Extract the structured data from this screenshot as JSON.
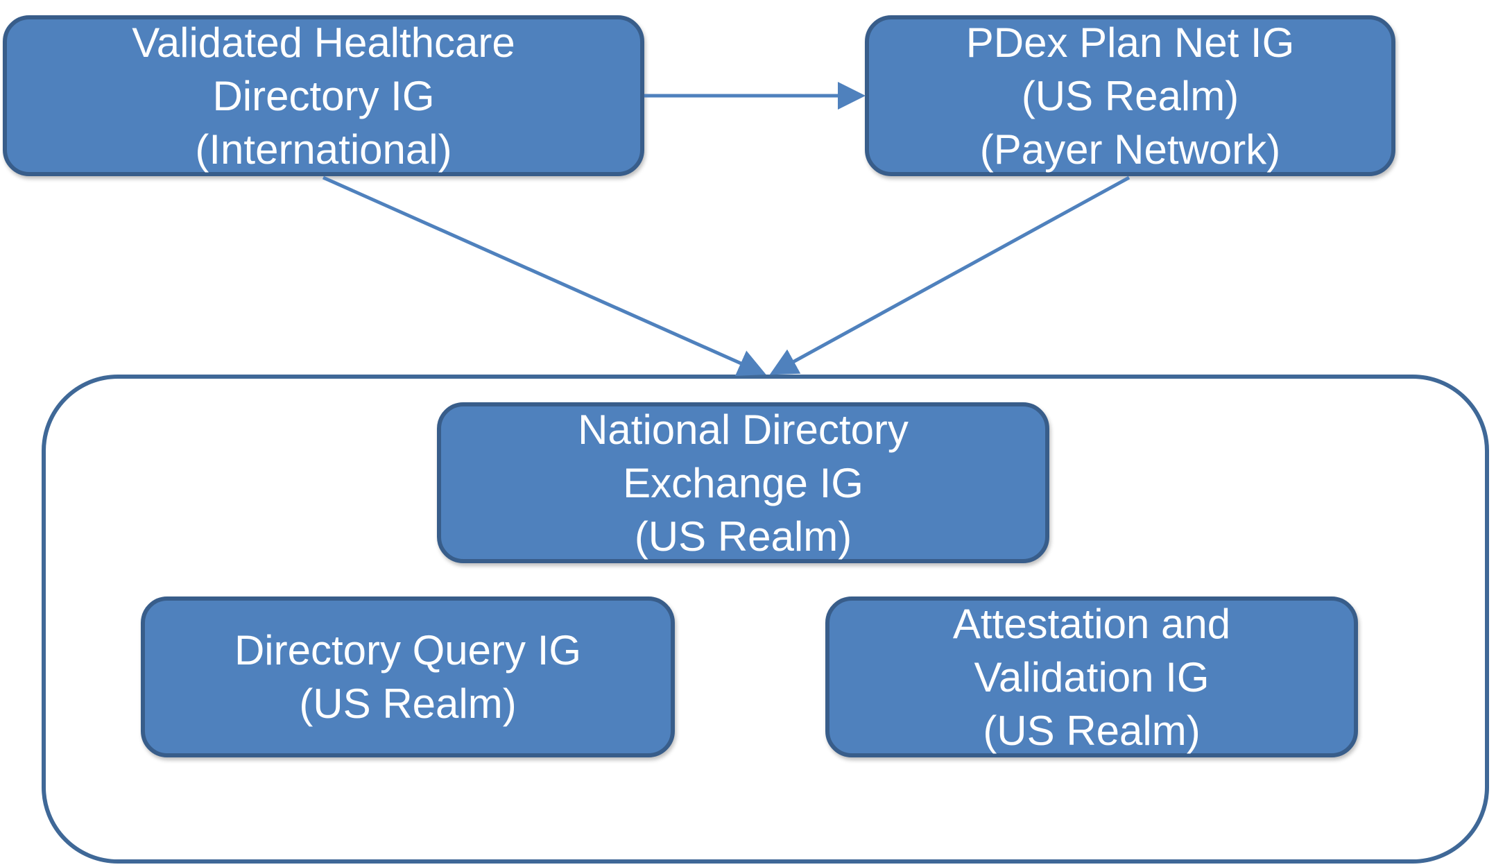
{
  "nodes": {
    "vhdir": {
      "line1": "Validated Healthcare",
      "line2": "Directory IG",
      "line3": "(International)"
    },
    "pdex": {
      "line1": "PDex Plan Net IG",
      "line2": "(US Realm)",
      "line3": "(Payer Network)"
    },
    "ndh": {
      "line1": "National Directory",
      "line2": "Exchange IG",
      "line3": "(US Realm)"
    },
    "query": {
      "line1": "Directory Query IG",
      "line2": "(US Realm)"
    },
    "attest": {
      "line1": "Attestation and",
      "line2": "Validation IG",
      "line3": "(US Realm)"
    }
  },
  "colors": {
    "box_fill": "#4f81bd",
    "box_border": "#385d8a",
    "arrow": "#4f81bd",
    "container_border": "#3f6897",
    "text": "#ffffff"
  }
}
